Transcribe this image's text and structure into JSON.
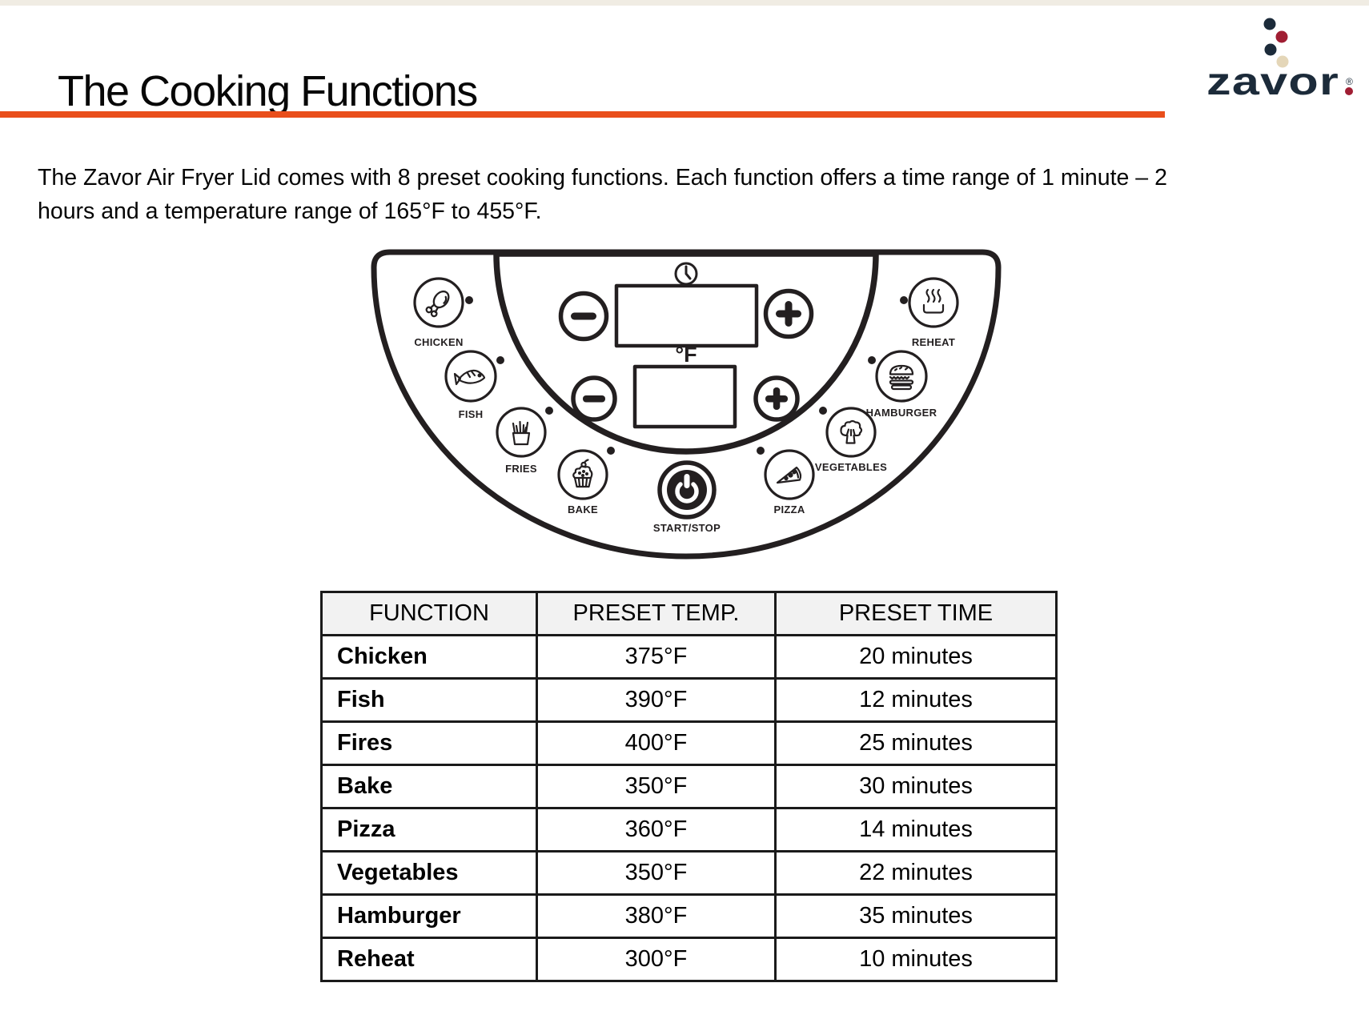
{
  "header": {
    "title": "The Cooking Functions",
    "logo": {
      "wordmark": "zavor",
      "registered_mark": "®"
    }
  },
  "intro": {
    "paragraph": "The Zavor Air Fryer Lid comes with 8 preset cooking functions. Each function offers a time range of 1 minute – 2 hours and a temperature range of 165°F to 455°F."
  },
  "panel": {
    "unit_label": "°F",
    "start_stop_label": "START/STOP",
    "left_buttons": [
      "CHICKEN",
      "FISH",
      "FRIES",
      "BAKE"
    ],
    "right_buttons": [
      "REHEAT",
      "HAMBURGER",
      "VEGETABLES",
      "PIZZA"
    ]
  },
  "table": {
    "headers": [
      "FUNCTION",
      "PRESET TEMP.",
      "PRESET TIME"
    ],
    "rows": [
      {
        "function": "Chicken",
        "temp": "375°F",
        "time": "20 minutes"
      },
      {
        "function": "Fish",
        "temp": "390°F",
        "time": "12 minutes"
      },
      {
        "function": "Fires",
        "temp": "400°F",
        "time": "25 minutes"
      },
      {
        "function": "Bake",
        "temp": "350°F",
        "time": "30 minutes"
      },
      {
        "function": "Pizza",
        "temp": "360°F",
        "time": "14 minutes"
      },
      {
        "function": "Vegetables",
        "temp": "350°F",
        "time": "22 minutes"
      },
      {
        "function": "Hamburger",
        "temp": "380°F",
        "time": "35 minutes"
      },
      {
        "function": "Reheat",
        "temp": "300°F",
        "time": "10 minutes"
      }
    ]
  },
  "colors": {
    "accent_line": "#e94e1b",
    "logo_navy": "#1c2b3a",
    "logo_red": "#a01e33",
    "logo_beige": "#e4d6b8",
    "diagram_ink": "#231f20",
    "table_header_bg": "#f2f2f2"
  }
}
